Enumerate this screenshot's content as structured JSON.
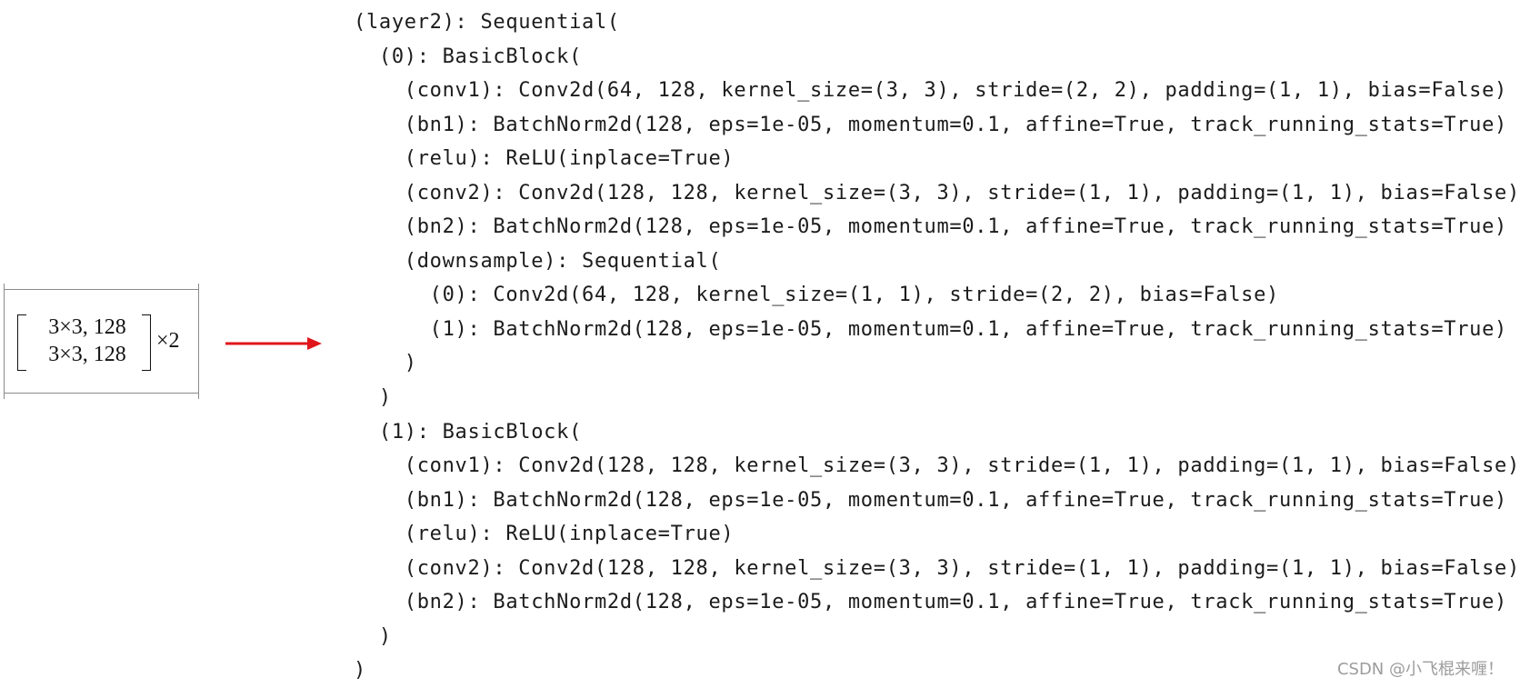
{
  "matrix": {
    "rows": [
      "3×3, 128",
      "3×3, 128"
    ],
    "multiplier": "×2"
  },
  "code_lines": [
    "(layer2): Sequential(",
    "  (0): BasicBlock(",
    "    (conv1): Conv2d(64, 128, kernel_size=(3, 3), stride=(2, 2), padding=(1, 1), bias=False)",
    "    (bn1): BatchNorm2d(128, eps=1e-05, momentum=0.1, affine=True, track_running_stats=True)",
    "    (relu): ReLU(inplace=True)",
    "    (conv2): Conv2d(128, 128, kernel_size=(3, 3), stride=(1, 1), padding=(1, 1), bias=False)",
    "    (bn2): BatchNorm2d(128, eps=1e-05, momentum=0.1, affine=True, track_running_stats=True)",
    "    (downsample): Sequential(",
    "      (0): Conv2d(64, 128, kernel_size=(1, 1), stride=(2, 2), bias=False)",
    "      (1): BatchNorm2d(128, eps=1e-05, momentum=0.1, affine=True, track_running_stats=True)",
    "    )",
    "  )",
    "  (1): BasicBlock(",
    "    (conv1): Conv2d(128, 128, kernel_size=(3, 3), stride=(1, 1), padding=(1, 1), bias=False)",
    "    (bn1): BatchNorm2d(128, eps=1e-05, momentum=0.1, affine=True, track_running_stats=True)",
    "    (relu): ReLU(inplace=True)",
    "    (conv2): Conv2d(128, 128, kernel_size=(3, 3), stride=(1, 1), padding=(1, 1), bias=False)",
    "    (bn2): BatchNorm2d(128, eps=1e-05, momentum=0.1, affine=True, track_running_stats=True)",
    "  )",
    ")"
  ],
  "arrow_color": "#e0161b",
  "watermark": "CSDN @小飞棍来喱！"
}
